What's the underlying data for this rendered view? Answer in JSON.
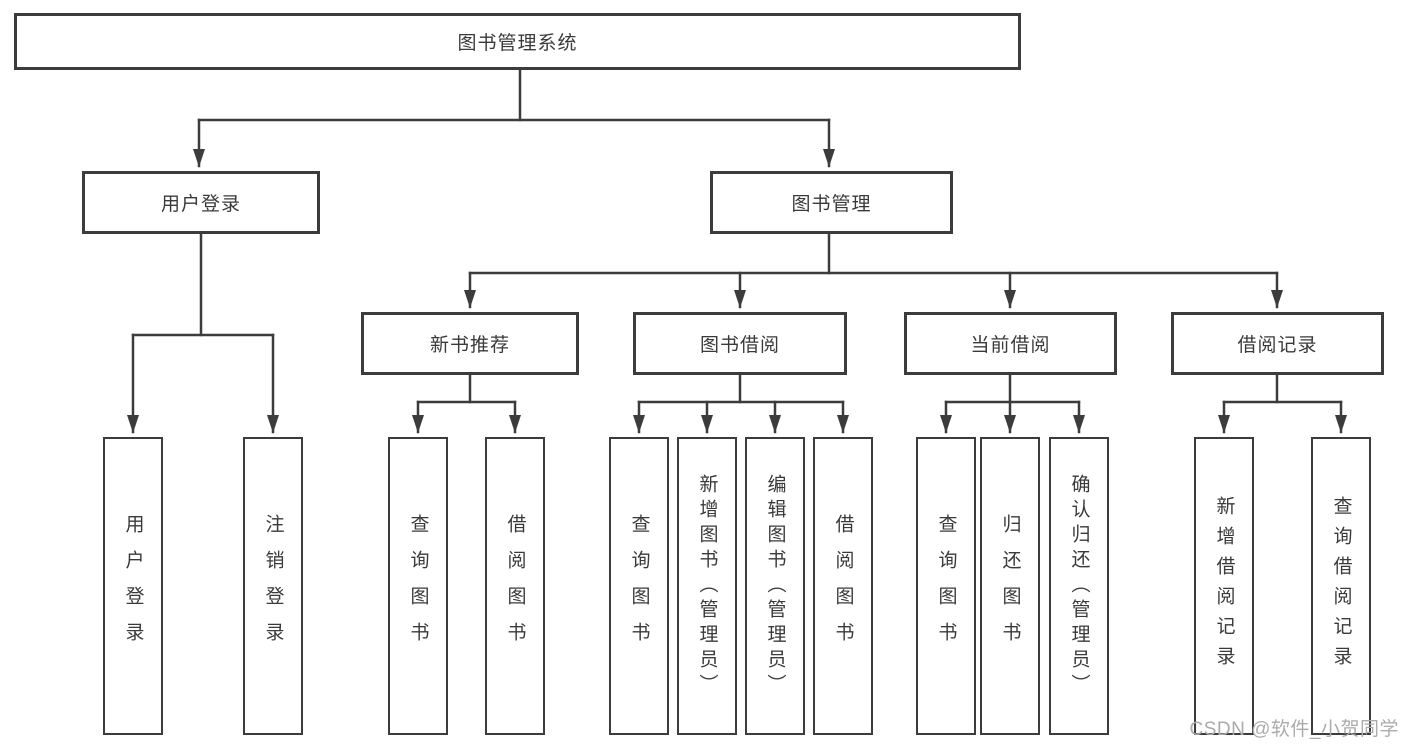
{
  "diagram": {
    "title_node": {
      "label": "图书管理系统"
    },
    "level2": [
      {
        "label": "用户登录"
      },
      {
        "label": "图书管理"
      }
    ],
    "level3": [
      {
        "label": "新书推荐"
      },
      {
        "label": "图书借阅"
      },
      {
        "label": "当前借阅"
      },
      {
        "label": "借阅记录"
      }
    ],
    "leaves": [
      {
        "label": "用户登录",
        "parent": "用户登录"
      },
      {
        "label": "注销登录",
        "parent": "用户登录"
      },
      {
        "label": "查询图书",
        "parent": "新书推荐"
      },
      {
        "label": "借阅图书",
        "parent": "新书推荐"
      },
      {
        "label": "查询图书",
        "parent": "图书借阅"
      },
      {
        "label": "新增图书（管理员）",
        "parent": "图书借阅"
      },
      {
        "label": "编辑图书（管理员）",
        "parent": "图书借阅"
      },
      {
        "label": "借阅图书",
        "parent": "图书借阅"
      },
      {
        "label": "查询图书",
        "parent": "当前借阅"
      },
      {
        "label": "归还图书",
        "parent": "当前借阅"
      },
      {
        "label": "确认归还（管理员）",
        "parent": "当前借阅"
      },
      {
        "label": "新增借阅记录",
        "parent": "借阅记录"
      },
      {
        "label": "查询借阅记录",
        "parent": "借阅记录"
      }
    ],
    "watermark": "CSDN @软件_小贺同学",
    "colors": {
      "line": "#3c3c3c",
      "text": "#3a3a3a",
      "watermark": "#ababab",
      "background": "#ffffff"
    }
  }
}
